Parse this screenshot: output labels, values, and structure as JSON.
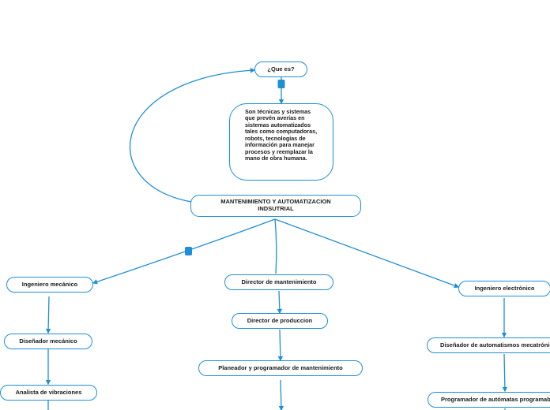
{
  "nodes": {
    "que_es": "¿Que es?",
    "descripcion": "Son técnicas y sistemas que prevén averías en sistemas automatizados tales como computadoras, robots, tecnologías de información para manejar procesos y reemplazar la mano de obra humana.",
    "central": "MANTENIMIENTO Y AUTOMATIZACION INDSUTRIAL",
    "ing_mecanico": "Ingeniero mecánico",
    "disenador_mecanico": "Diseñador mecánico",
    "analista_vibraciones": "Analista de vibraciones",
    "director_mantenimiento": "Director de mantenimiento",
    "director_produccion": "Director de produccion",
    "planeador": "Planeador y programador de mantenimiento",
    "ing_electronico": "Ingeniero electrónico",
    "disenador_automatismos": "Diseñador de automatismos mecatrónicos",
    "programador_automatas": "Programador de autómatas programables"
  },
  "colors": {
    "accent": "#1e8fd6",
    "node_fill": "#ffffff",
    "text": "#1a1a1a"
  }
}
